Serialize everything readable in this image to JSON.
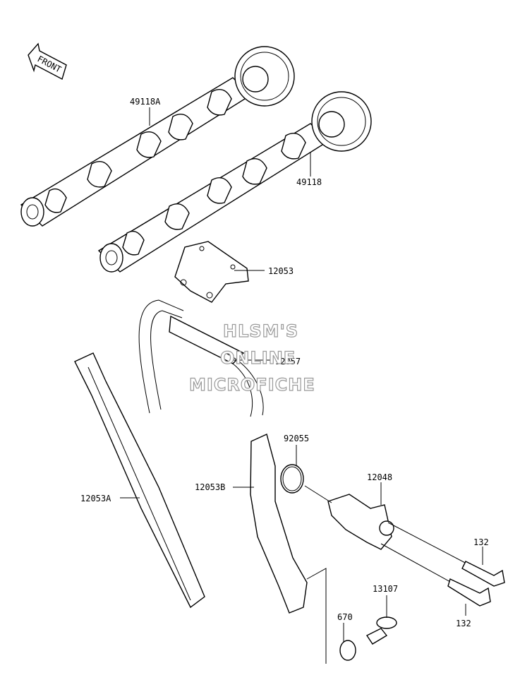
{
  "front_arrow": {
    "label": "FRONT"
  },
  "watermark": {
    "line1": "HLSM'S",
    "line2": "ONLINE",
    "line3": "MICROFICHE"
  },
  "parts": [
    {
      "number": "49118A"
    },
    {
      "number": "49118"
    },
    {
      "number": "12053"
    },
    {
      "number": "92057"
    },
    {
      "number": "12053A"
    },
    {
      "number": "92055"
    },
    {
      "number": "12048"
    },
    {
      "number": "12053B"
    },
    {
      "number": "132"
    },
    {
      "number": "132"
    },
    {
      "number": "13107"
    },
    {
      "number": "670"
    }
  ],
  "colors": {
    "ink": "#000000",
    "paper": "#ffffff",
    "watermark": "#9a9a9a"
  }
}
